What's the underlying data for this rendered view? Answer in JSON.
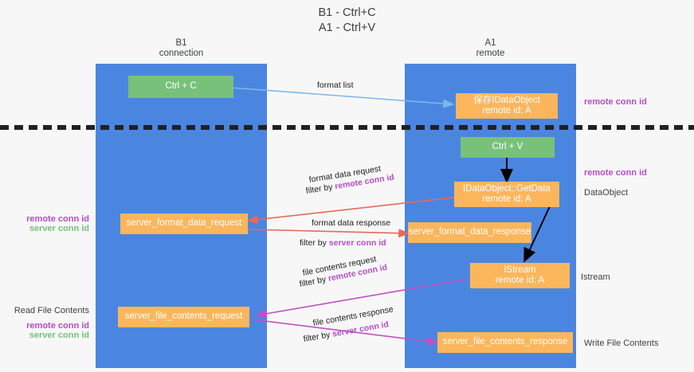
{
  "title": {
    "line1": "B1 - Ctrl+C",
    "line2": "A1 - Ctrl+V"
  },
  "lanes": [
    {
      "id": "b1",
      "name": "B1",
      "subtitle": "connection"
    },
    {
      "id": "a1",
      "name": "A1",
      "subtitle": "remote"
    }
  ],
  "colors": {
    "lane": "#4a86e0",
    "box_green": "#78c17b",
    "box_orange": "#fbb65c",
    "highlight_purple": "#b44ec6",
    "highlight_green": "#76c17b",
    "arrow_blue": "#7eb6e8",
    "arrow_red": "#e8685b",
    "arrow_magenta": "#c44ec6",
    "arrow_black": "#000000",
    "page_bg": "#f7f7f7"
  },
  "boxes": {
    "ctrl_c": {
      "line1": "Ctrl + C"
    },
    "ctrl_v": {
      "line1": "Ctrl + V"
    },
    "save_dataobject": {
      "line1": "保存IDataObject",
      "line2": "remote id: A"
    },
    "getdata": {
      "line1": "IDataObject::GetData",
      "line2": "remote id: A"
    },
    "istream": {
      "line1": "IStream",
      "line2": "remote id: A"
    },
    "server_format_data_request": {
      "line1": "server_format_data_request"
    },
    "server_format_data_response": {
      "line1": "server_format_data_response"
    },
    "server_file_contents_request": {
      "line1": "server_file_contents_request"
    },
    "server_file_contents_response": {
      "line1": "server_file_contents_response"
    }
  },
  "captions": {
    "format_list": "format list",
    "format_data_request": "format data request",
    "format_data_request_filter_prefix": "filter by ",
    "format_data_request_filter_key": "remote conn id",
    "format_data_response": "format data response",
    "format_data_response_filter_prefix": "filter by ",
    "format_data_response_filter_key": "server conn id",
    "file_contents_request": "file contents request",
    "file_contents_request_filter_prefix": "filter by ",
    "file_contents_request_filter_key": "remote conn id",
    "file_contents_response": "file contents response",
    "file_contents_response_filter_prefix": "filter by ",
    "file_contents_response_filter_key": "server conn id"
  },
  "side_labels": {
    "right_remote_conn_id_top": "remote conn id",
    "right_remote_conn_id_mid": "remote conn id",
    "right_dataobject": "DataObject",
    "right_istream": "Istream",
    "right_write_file_contents": "Write File Contents",
    "left_remote_conn_id_mid": "remote conn id",
    "left_server_conn_id_mid": "server conn id",
    "left_read_file_contents": "Read File Contents",
    "left_remote_conn_id_bottom": "remote conn id",
    "left_server_conn_id_bottom": "server conn id"
  }
}
